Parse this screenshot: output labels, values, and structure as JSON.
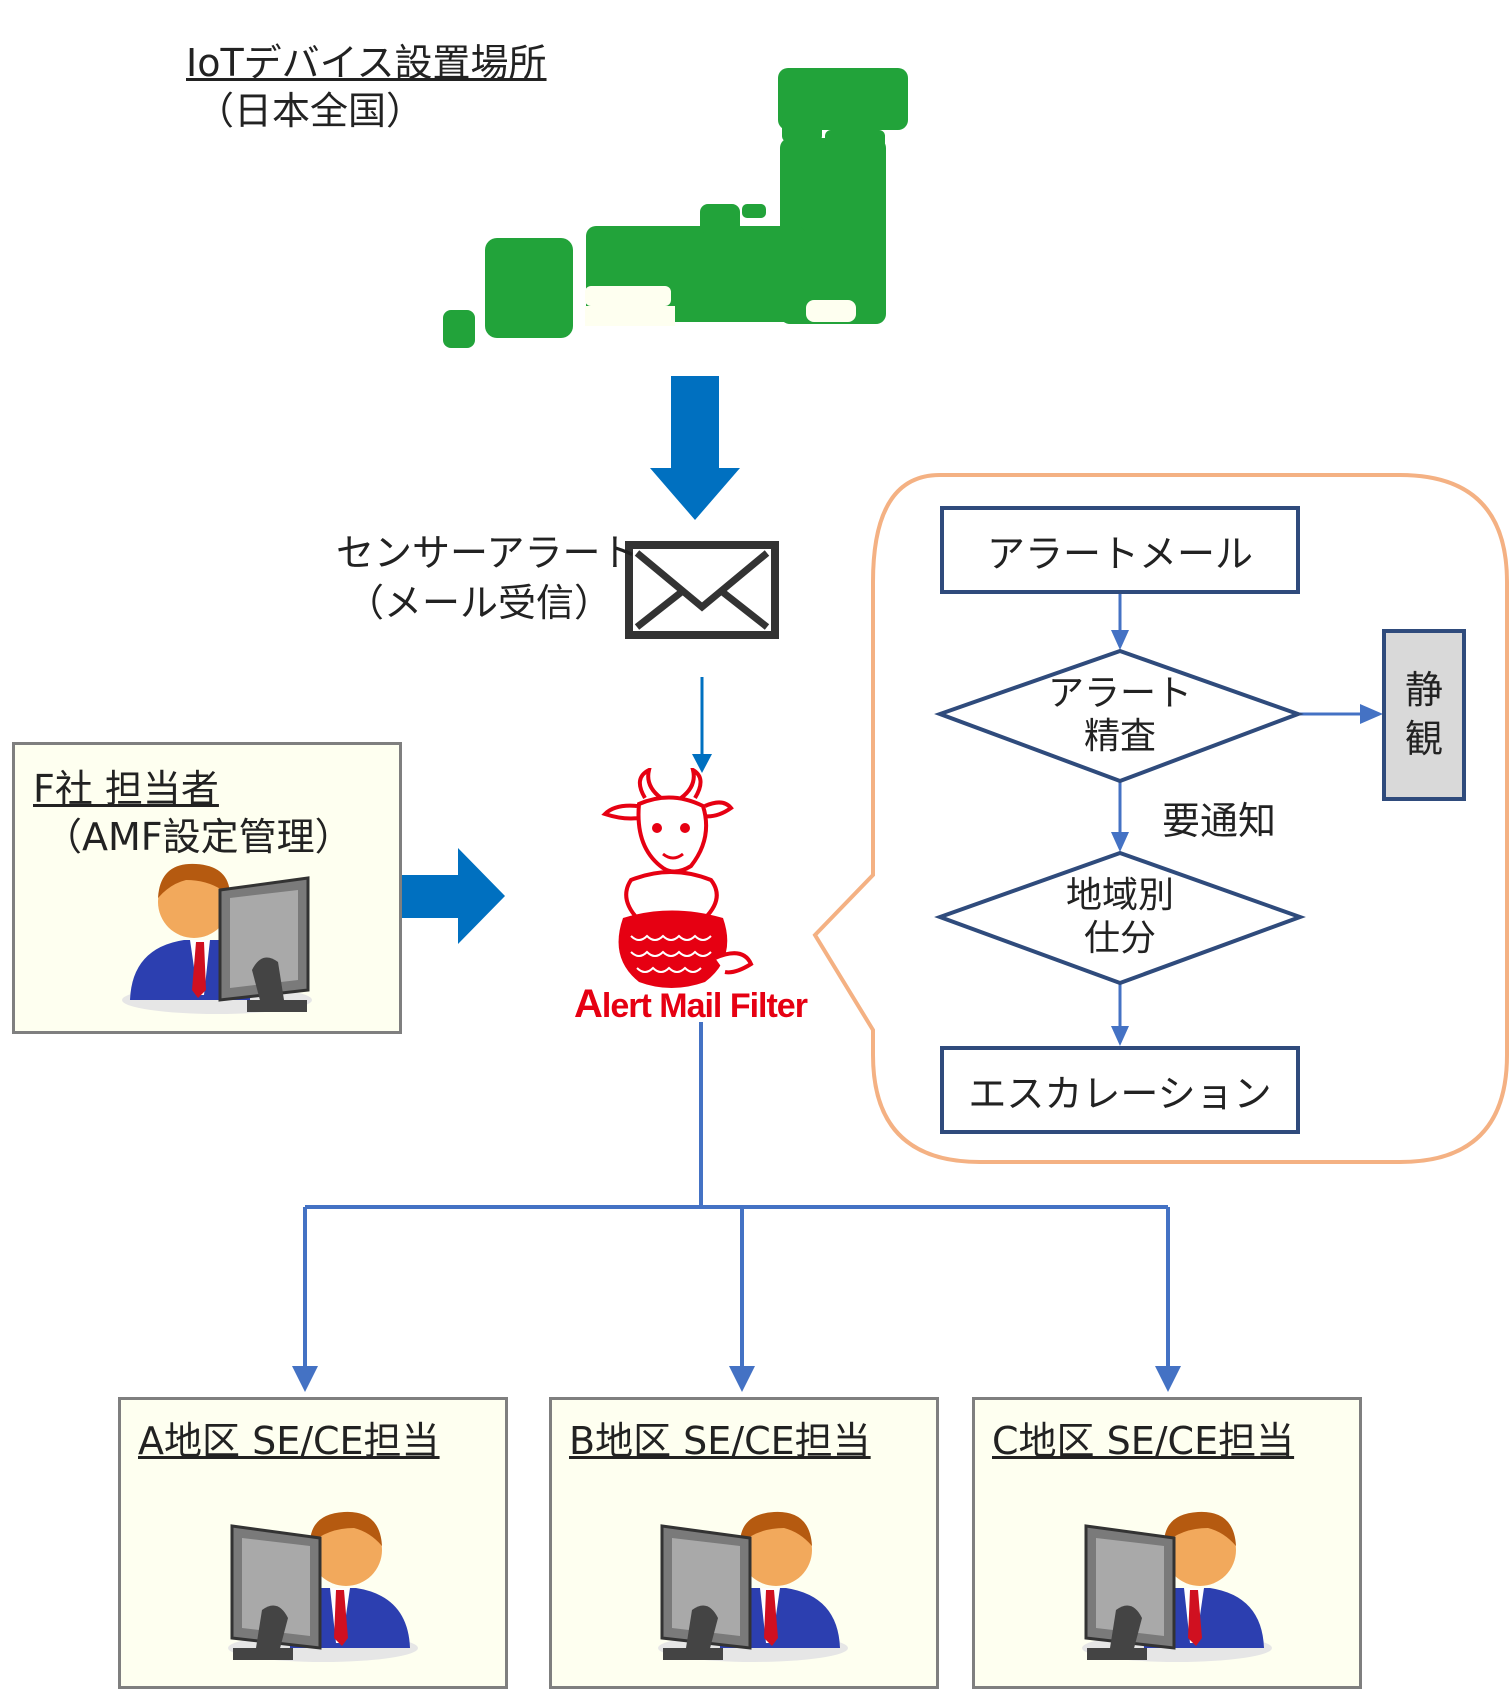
{
  "iot_box": {
    "title": "IoTデバイス設置場所",
    "subtitle": "（日本全国）"
  },
  "sensor_alert": {
    "line1": "センサーアラート",
    "line2": "（メール受信）"
  },
  "operator_box": {
    "title": "F社 担当者",
    "subtitle": "（AMF設定管理）"
  },
  "logo": {
    "first_letter": "A",
    "text": "lert Mail Filter"
  },
  "flow": {
    "alert_mail": "アラートメール",
    "alert_check": "アラート\n精査",
    "ignore": "静\n観",
    "needs_notify": "要通知",
    "region_sort": "地域別\n仕分",
    "escalation": "エスカレーション"
  },
  "regions": [
    {
      "title": "A地区 SE/CE担当"
    },
    {
      "title": "B地区 SE/CE担当"
    },
    {
      "title": "C地区 SE/CE担当"
    }
  ],
  "colors": {
    "map_green": "#22a33a",
    "arrow_blue": "#0070c0",
    "flow_border": "#2f4b7c",
    "callout_orange": "#f4b183",
    "logo_red": "#e60012"
  }
}
